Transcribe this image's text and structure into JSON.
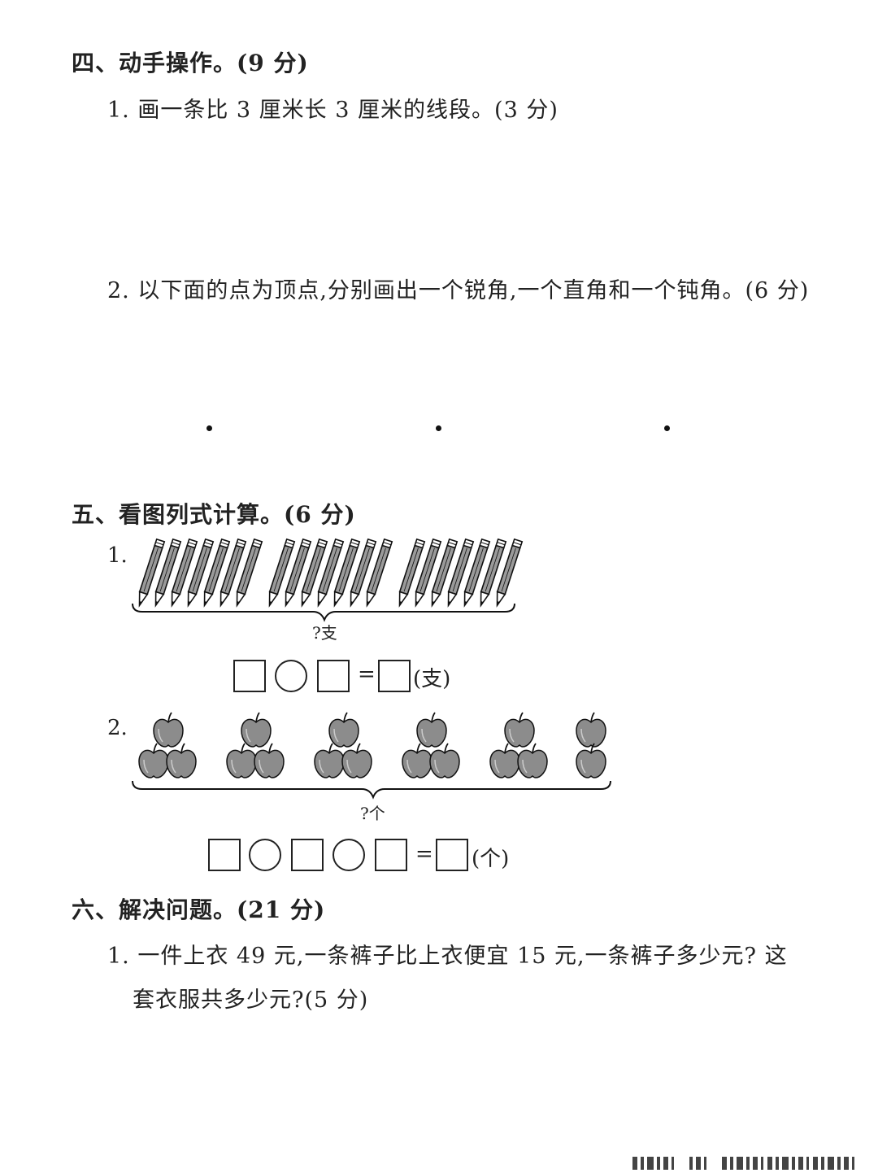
{
  "section4": {
    "title": "四、动手操作。(9 分)",
    "q1": "1. 画一条比 3 厘米长 3 厘米的线段。(3 分)",
    "q2": "2. 以下面的点为顶点,分别画出一个锐角,一个直角和一个钝角。(6 分)"
  },
  "section5": {
    "title": "五、看图列式计算。(6 分)",
    "q1": {
      "num": "1.",
      "pencils_per_group": 7,
      "groups": 3,
      "brace_label": "?支",
      "equals": "=",
      "unit": "(支)"
    },
    "q2": {
      "num": "2.",
      "apple_groups": [
        3,
        3,
        3,
        3,
        3,
        2
      ],
      "brace_label": "?个",
      "equals": "=",
      "unit": "(个)"
    }
  },
  "section6": {
    "title": "六、解决问题。(21 分)",
    "q1_line1": "1. 一件上衣 49 元,一条裤子比上衣便宜 15 元,一条裤子多少元? 这",
    "q1_line2": "套衣服共多少元?(5 分)"
  },
  "icons": {
    "pencil": "pencil-icon",
    "apple": "apple-icon",
    "dot": "vertex-dot"
  },
  "colors": {
    "apple_fill": "#8c8c8c",
    "ink": "#222222"
  }
}
